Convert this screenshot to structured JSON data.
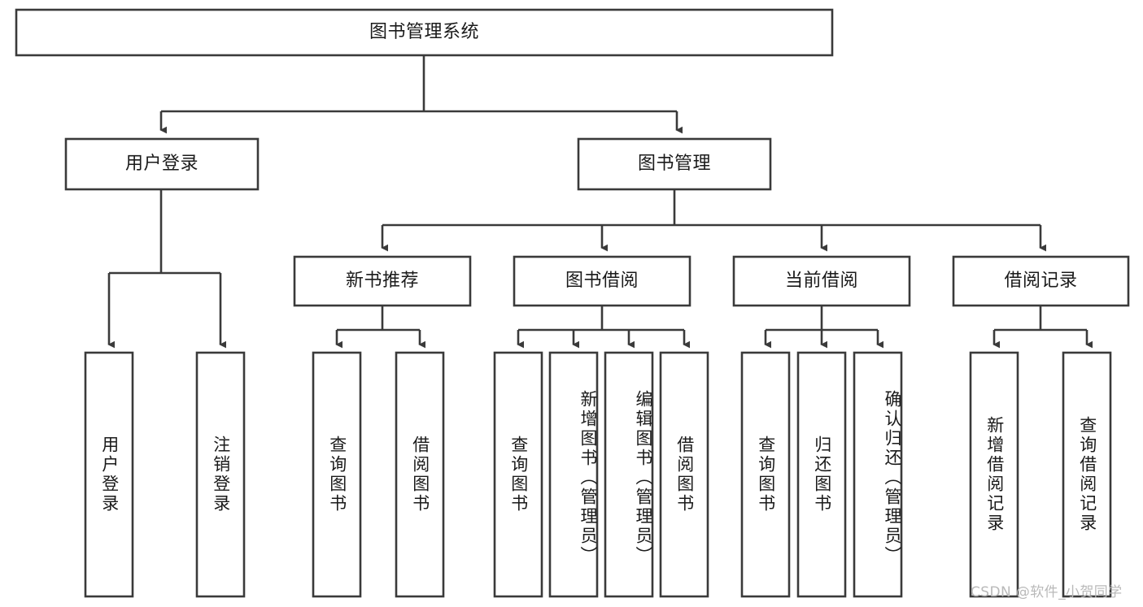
{
  "diagram": {
    "type": "tree-hierarchy-diagram",
    "title": "图书管理系统",
    "watermark": "CSDN @软件_小贺同学",
    "colors": {
      "stroke": "#3a3a3a",
      "fill": "#ffffff",
      "text": "#1a1a1a",
      "watermark": "#b9b9b9",
      "background": "#ffffff"
    },
    "nodes": {
      "root": {
        "label": "图书管理系统"
      },
      "level1": [
        {
          "id": "user-login",
          "label": "用户登录"
        },
        {
          "id": "book-management",
          "label": "图书管理"
        }
      ],
      "level2": [
        {
          "id": "new-book-recommend",
          "label": "新书推荐"
        },
        {
          "id": "book-borrow",
          "label": "图书借阅"
        },
        {
          "id": "current-borrow",
          "label": "当前借阅"
        },
        {
          "id": "borrow-record",
          "label": "借阅记录"
        }
      ],
      "leaves": {
        "user-login": [
          {
            "id": "leaf-user-login",
            "label": "用户登录"
          },
          {
            "id": "leaf-logout-login",
            "label": "注销登录"
          }
        ],
        "new-book-recommend": [
          {
            "id": "leaf-query-book-1",
            "label": "查询图书"
          },
          {
            "id": "leaf-borrow-book-1",
            "label": "借阅图书"
          }
        ],
        "book-borrow": [
          {
            "id": "leaf-query-book-2",
            "label": "查询图书"
          },
          {
            "id": "leaf-add-book-admin",
            "label": "新增图书（管理员）"
          },
          {
            "id": "leaf-edit-book-admin",
            "label": "编辑图书（管理员）"
          },
          {
            "id": "leaf-borrow-book-2",
            "label": "借阅图书"
          }
        ],
        "current-borrow": [
          {
            "id": "leaf-query-book-3",
            "label": "查询图书"
          },
          {
            "id": "leaf-return-book",
            "label": "归还图书"
          },
          {
            "id": "leaf-confirm-return-admin",
            "label": "确认归还（管理员）"
          }
        ],
        "borrow-record": [
          {
            "id": "leaf-add-borrow-record",
            "label": "新增借阅记录"
          },
          {
            "id": "leaf-query-borrow-record",
            "label": "查询借阅记录"
          }
        ]
      }
    }
  }
}
